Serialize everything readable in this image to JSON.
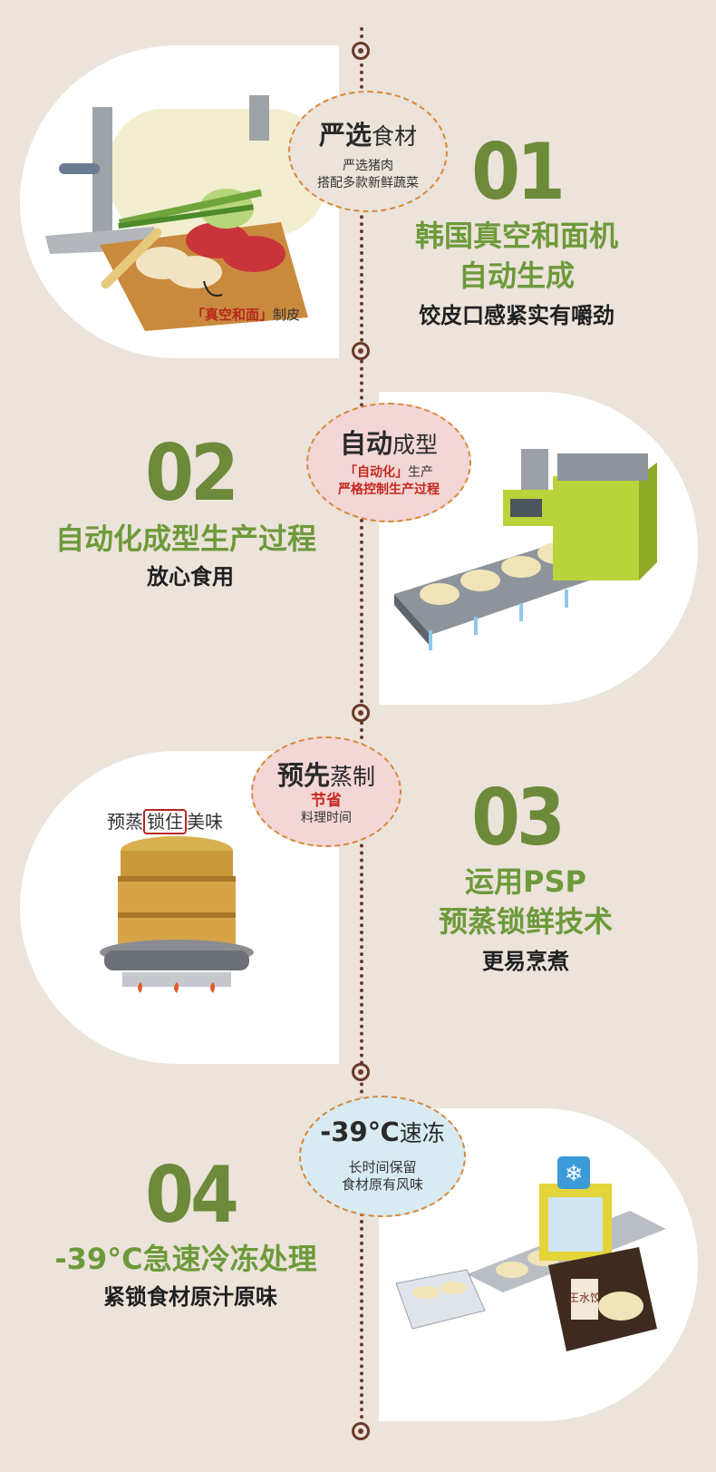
{
  "steps": [
    {
      "num": "01",
      "title_lines": [
        "韩国真空和面机",
        "自动生成"
      ],
      "subtitle": "饺皮口感紧实有嚼劲",
      "bubble": {
        "strong": "严选",
        "light": "食材",
        "lines": [
          "严选猪肉",
          "搭配多款新鲜蔬菜"
        ]
      },
      "caption": {
        "highlight": "「真空和面」",
        "text": "制皮"
      }
    },
    {
      "num": "02",
      "title_lines": [
        "自动化成型生产过程"
      ],
      "subtitle": "放心食用",
      "bubble": {
        "strong": "自动",
        "light": "成型",
        "lines_hl": "「自动化」",
        "lines_rest": "生产",
        "line2": "严格控制生产过程"
      }
    },
    {
      "num": "03",
      "title_lines": [
        "运用PSP",
        "预蒸锁鲜技术"
      ],
      "subtitle": "更易烹煮",
      "bubble": {
        "strong": "预先",
        "light": "蒸制",
        "hl": "节省",
        "line2": "料理时间"
      },
      "arc_text": {
        "pre": "预蒸",
        "boxed": "锁住",
        "post": "美味"
      }
    },
    {
      "num": "04",
      "title_lines": [
        "-39°C急速冷冻处理"
      ],
      "subtitle": "紧锁食材原汁原味",
      "bubble": {
        "strong": "-39℃",
        "light": "速冻",
        "lines": [
          "长时间保留",
          "食材原有风味"
        ]
      },
      "package": {
        "brand": "王水饺"
      }
    }
  ],
  "colors": {
    "accent_green": "#6d9a3a",
    "number_green": "#6d8a3a",
    "timeline_brown": "#6b3a2a",
    "bubble_border": "#d68a3a",
    "highlight_red": "#c5281e"
  }
}
